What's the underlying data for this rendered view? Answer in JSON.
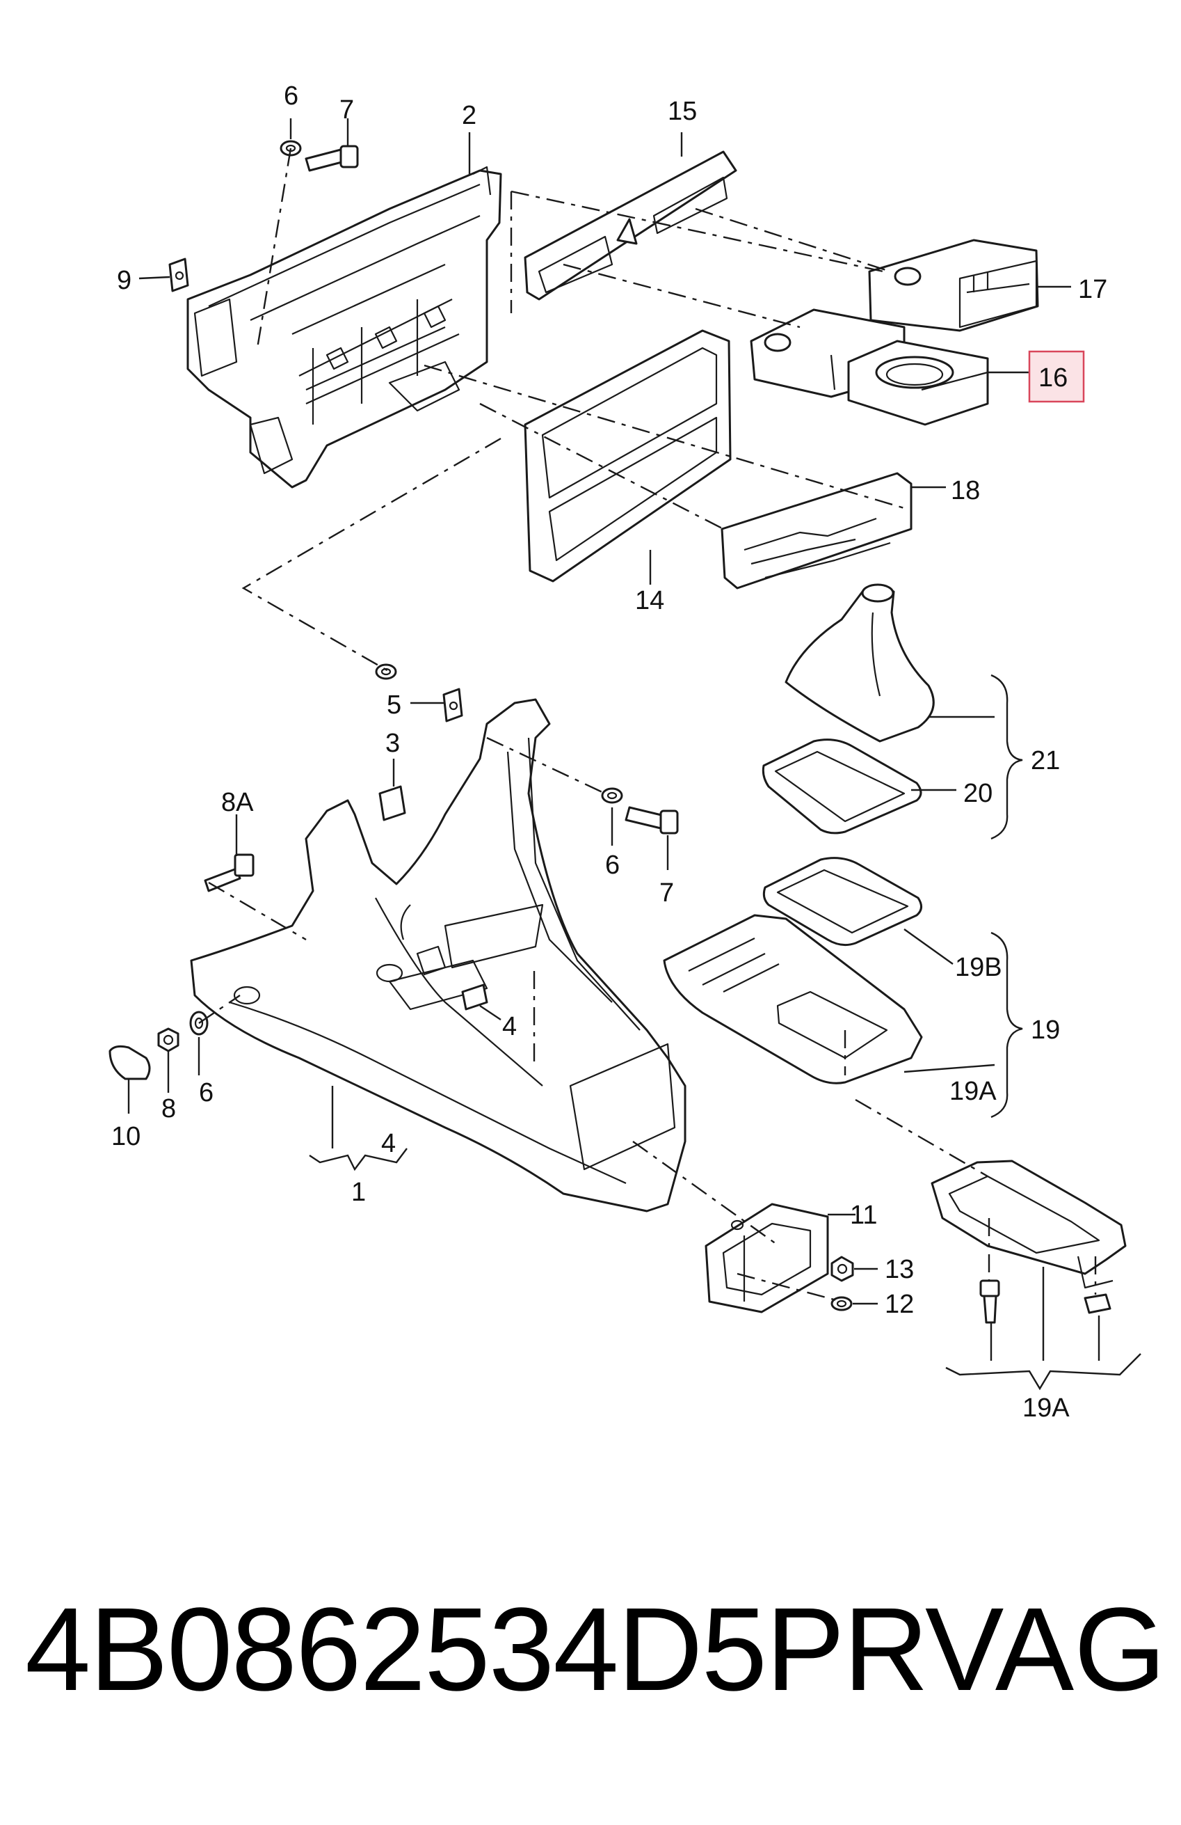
{
  "callouts": {
    "c6_top": "6",
    "c7_top": "7",
    "c2": "2",
    "c15": "15",
    "c9": "9",
    "c17": "17",
    "c16": "16",
    "c18": "18",
    "c14": "14",
    "c5": "5",
    "c3": "3",
    "c8a": "8A",
    "c6_mid": "6",
    "c7_mid": "7",
    "c21": "21",
    "c20": "20",
    "c4": "4",
    "c19b": "19B",
    "c19": "19",
    "c19a": "19A",
    "c8": "8",
    "c6_low": "6",
    "c10": "10",
    "c4_low": "4",
    "c1": "1",
    "c11": "11",
    "c13": "13",
    "c12": "12",
    "c19a_low": "19A"
  },
  "highlighted_callout": "16",
  "colors": {
    "highlight_fill": "#fbe3e6",
    "highlight_stroke": "#d9465b",
    "line": "#1a1a1a"
  },
  "footer": {
    "part_number": "4B0862534D5PR",
    "brand": "VAG"
  }
}
